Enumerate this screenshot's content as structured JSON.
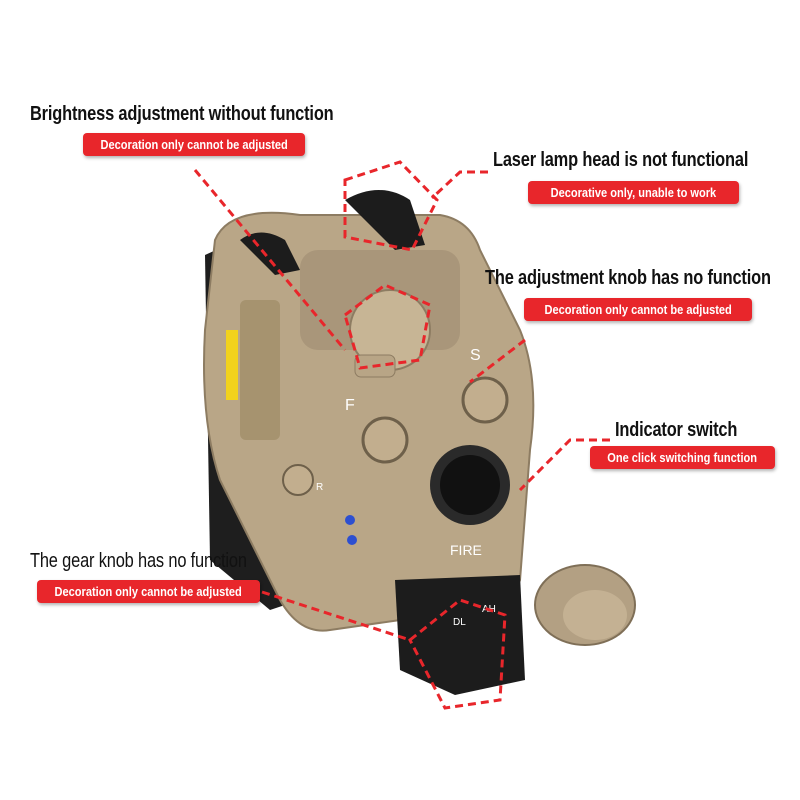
{
  "callouts": [
    {
      "title": "Brightness adjustment without function",
      "badge": "Decoration only cannot be adjusted"
    },
    {
      "title": "Laser lamp head is not functional",
      "badge": "Decorative only, unable to work"
    },
    {
      "title": "The adjustment knob has no function",
      "badge": "Decoration only cannot be adjusted"
    },
    {
      "title": "Indicator switch",
      "badge": "One click switching function"
    },
    {
      "title": "The gear knob has no function",
      "badge": "Decoration only cannot be adjusted"
    }
  ],
  "device_markings": {
    "f": "F",
    "s": "S",
    "fire": "FIRE",
    "dl": "DL",
    "ah": "AH",
    "r": "R",
    "plus": "+",
    "minus": "−"
  },
  "colors": {
    "accent": "#e8262b",
    "body": "#b9a687",
    "dark": "#1c1c1c"
  }
}
